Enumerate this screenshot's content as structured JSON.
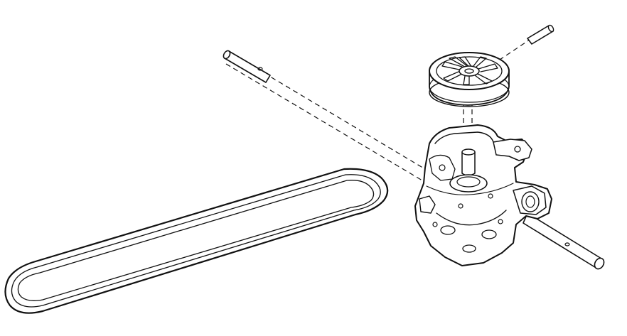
{
  "diagram": {
    "kind": "exploded-assembly-line-drawing",
    "ink_color": "#111111",
    "background_color": "#ffffff",
    "parts": [
      {
        "id": "drive-belt",
        "icon": "v-belt-loop"
      },
      {
        "id": "axle-shaft",
        "icon": "shaft-rod"
      },
      {
        "id": "drive-pulley",
        "icon": "spoked-pulley"
      },
      {
        "id": "roll-pin",
        "icon": "pin"
      },
      {
        "id": "gear-case",
        "icon": "transmission-housing"
      }
    ]
  }
}
